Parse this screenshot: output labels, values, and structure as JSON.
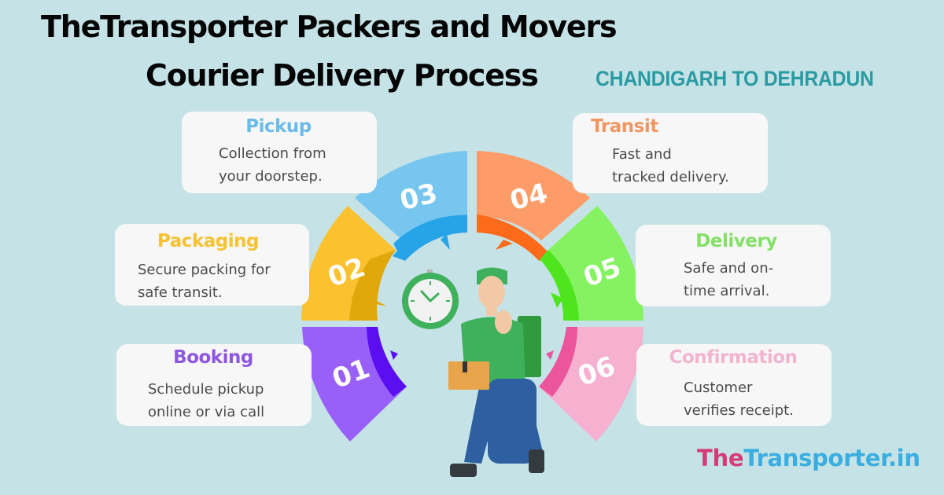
{
  "header": {
    "title_line1": "TheTransporter Packers and Movers",
    "title_line2": "Courier Delivery Process",
    "route": "CHANDIGARH TO DEHRADUN"
  },
  "steps": [
    {
      "number": "01",
      "title": "Booking",
      "description": "Schedule    pickup\nonline or via call",
      "color": "#9860f8",
      "dark": "#5b0ff0"
    },
    {
      "number": "02",
      "title": "Packaging",
      "description": "Secure packing for\nsafe transit.",
      "color": "#fcc12e",
      "dark": "#e0a80a"
    },
    {
      "number": "03",
      "title": "Pickup",
      "description": "Collection from\nyour doorstep.",
      "color": "#76c6f0",
      "dark": "#27a4e8"
    },
    {
      "number": "04",
      "title": "Transit",
      "description": "Fast and\ntracked delivery.",
      "color": "#fd9c68",
      "dark": "#fd6a1a"
    },
    {
      "number": "05",
      "title": "Delivery",
      "description": "Safe and on-\ntime arrival.",
      "color": "#85f262",
      "dark": "#4ee51e"
    },
    {
      "number": "06",
      "title": "Confirmation",
      "description": "Customer\nverifies receipt.",
      "color": "#f6b0d0",
      "dark": "#ec549c"
    }
  ],
  "title_colors": {
    "Booking": "#8e57e0",
    "Packaging": "#f7c232",
    "Pickup": "#6bbbe8",
    "Transit": "#f39561",
    "Delivery": "#82e067",
    "Confirmation": "#f2b4cf"
  },
  "illustration": {
    "items": [
      "stopwatch-icon",
      "delivery-person"
    ]
  },
  "footer": {
    "logo_part1": "The",
    "logo_part2": "Transporter.in",
    "logo_color1": "#d63b78",
    "logo_color2": "#3aaee0"
  }
}
